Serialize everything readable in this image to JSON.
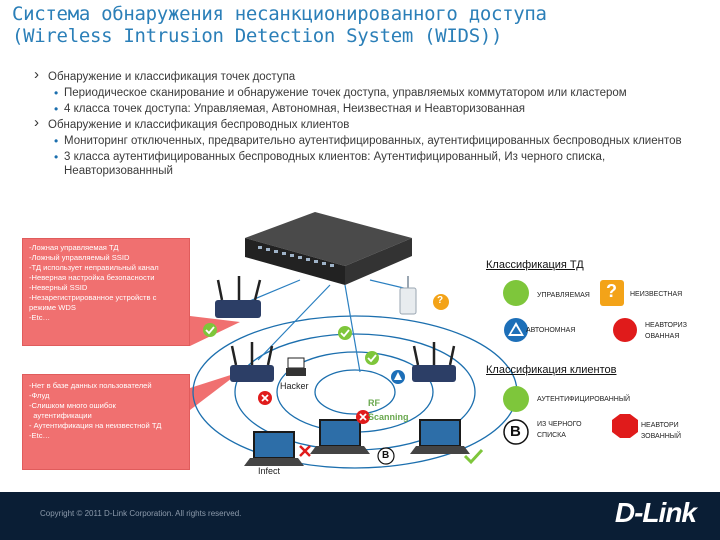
{
  "title": {
    "line1": "Система обнаружения несанкционированного доступа",
    "line2": "(Wireless Intrusion Detection System (WIDS))"
  },
  "bullets": {
    "b1": "Обнаружение и классификация точек доступа",
    "b1_1": "Периодическое сканирование и обнаружение точек доступа, управляемых коммутатором или кластером",
    "b1_2": "4 класса точек доступа: Управляемая, Автономная, Неизвестная и Неавторизованная",
    "b2": "Обнаружение и классификация беспроводных клиентов",
    "b2_1": "Мониторинг отключенных, предварительно аутентифицированных, аутентифицированных беспроводных клиентов",
    "b2_2": "3 класса аутентифицированных беспроводных клиентов: Аутентифицированный,  Из черного списка, Неавторизованнный"
  },
  "ap_threats": [
    "-Ложная управляемая ТД",
    "-Ложный управляемый SSID",
    "-ТД использует неправильный канал",
    "-Неверная настройка безопасности",
    "-Неверный SSID",
    "-Незарегистрированное устройств с",
    "режиме WDS",
    "-Etc…"
  ],
  "client_threats": [
    "-Нет в базе данных пользователей",
    "-Флуд",
    "-Слишком много ошибок",
    "  аутентификации",
    "- Аутентификация на неизвестной ТД",
    "-Etc…"
  ],
  "diagram": {
    "hacker": "Hacker",
    "rf": "RF",
    "scanning": "Scanning",
    "infect": "Infect",
    "blacklist_mark": "B",
    "question_mark": "?"
  },
  "ap_class": {
    "title": "Классификация ТД",
    "managed": "УПРАВЛЯЕМАЯ",
    "unknown": "НЕИЗВЕСТНАЯ",
    "standalone": "АВТОНОМНАЯ",
    "unauth_1": "НЕАВТОРИЗ",
    "unauth_2": "ОВАННАЯ"
  },
  "client_class": {
    "title": "Классификация клиентов",
    "authenticated": "АУТЕНТИФИЦИРОВАННЫЙ",
    "blacklist_letter": "B",
    "blacklist_1": "ИЗ ЧЕРНОГО",
    "blacklist_2": "СПИСКА",
    "unauth_1": "НЕАВТОРИ",
    "unauth_2": "ЗОВАННЫЙ"
  },
  "footer": {
    "copyright": "Copyright © 2011 D-Link Corporation. All rights reserved.",
    "logo": "D-Link"
  },
  "colors": {
    "title": "#2b7fb8",
    "threat_box": "#f07070",
    "managed_green": "#7ec63b",
    "unknown_orange": "#f3a318",
    "blue_triangle": "#1d6fb8",
    "red_stop": "#e01b1b",
    "footer": "#0a1e35"
  }
}
